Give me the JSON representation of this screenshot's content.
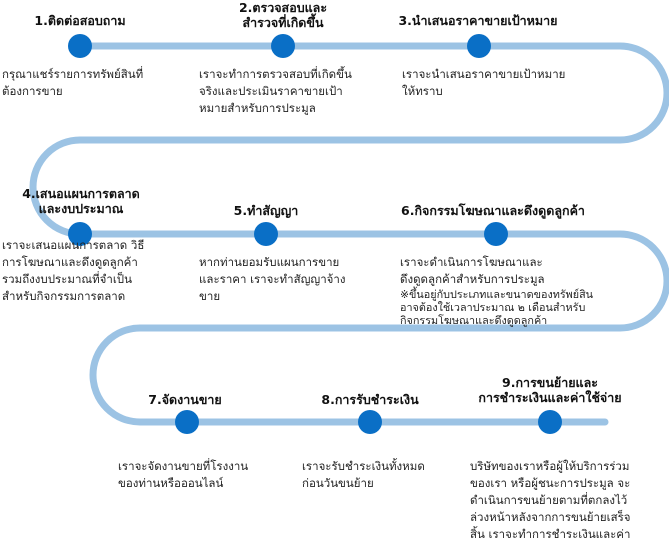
{
  "steps": [
    {
      "title_lines": [
        "1.ติดต่อสอบถาม"
      ],
      "desc_lines": [
        "กรุณาแชร์รายการทรัพย์สินที่",
        "ต้องการขาย"
      ]
    },
    {
      "title_lines": [
        "2.ตรวจสอบและ",
        "สำรวจที่เกิดขึ้น"
      ],
      "desc_lines": [
        "เราจะทำการตรวจสอบที่เกิดขึ้น",
        "จริงและประเมินราคาขายเป้า",
        "หมายสำหรับการประมูล"
      ]
    },
    {
      "title_lines": [
        "3.นำเสนอราคาขายเป้าหมาย"
      ],
      "desc_lines": [
        "เราจะนำเสนอราคาขายเป้าหมาย",
        "ให้ทราบ"
      ]
    },
    {
      "title_lines": [
        "4.เสนอแผนการตลาด",
        "และงบประมาณ"
      ],
      "desc_lines": [
        "เราจะเสนอแผนการตลาด วิธี",
        "การโฆษณาและดึงดูดลูกค้า",
        "รวมถึงงบประมาณที่จำเป็น",
        "สำหรับกิจกรรมการตลาด"
      ]
    },
    {
      "title_lines": [
        "5.ทำสัญญา"
      ],
      "desc_lines": [
        "หากท่านยอมรับแผนการขาย",
        "และราคา เราจะทำสัญญาจ้าง",
        "ขาย"
      ]
    },
    {
      "title_lines": [
        "6.กิจกรรมโฆษณาและดึงดูดลูกค้า"
      ],
      "desc_lines": [
        "เราจะดำเนินการโฆษณาและ",
        "ดึงดูดลูกค้าสำหรับการประมูล",
        "※ขึ้นอยู่กับประเภทและขนาดของทรัพย์สิน",
        "อาจต้องใช้เวลาประมาณ ๒ เดือนสำหรับ",
        "กิจกรรมโฆษณาและดึงดูดลูกค้า"
      ]
    },
    {
      "title_lines": [
        "7.จัดงานขาย"
      ],
      "desc_lines": [
        "เราจะจัดงานขายที่โรงงาน",
        "ของท่านหรือออนไลน์"
      ]
    },
    {
      "title_lines": [
        "8.การรับชำระเงิน"
      ],
      "desc_lines": [
        "เราจะรับชำระเงินทั้งหมด",
        "ก่อนวันขนย้าย"
      ]
    },
    {
      "title_lines": [
        "9.การขนย้ายและ",
        "การชำระเงินและค่าใช้จ่าย"
      ],
      "desc_lines": [
        "บริษัทของเราหรือผู้ให้บริการร่วม",
        "ของเรา หรือผู้ชนะการประมูล จะ",
        "ดำเนินการขนย้ายตามที่ตกลงไว้",
        "ล่วงหน้าหลังจากการขนย้ายเสร็จ",
        "สิ้น เราจะทำการชำระเงินและค่า"
      ]
    }
  ],
  "colors": {
    "path": "#9cc3e4",
    "node": "#0a6fc6"
  }
}
